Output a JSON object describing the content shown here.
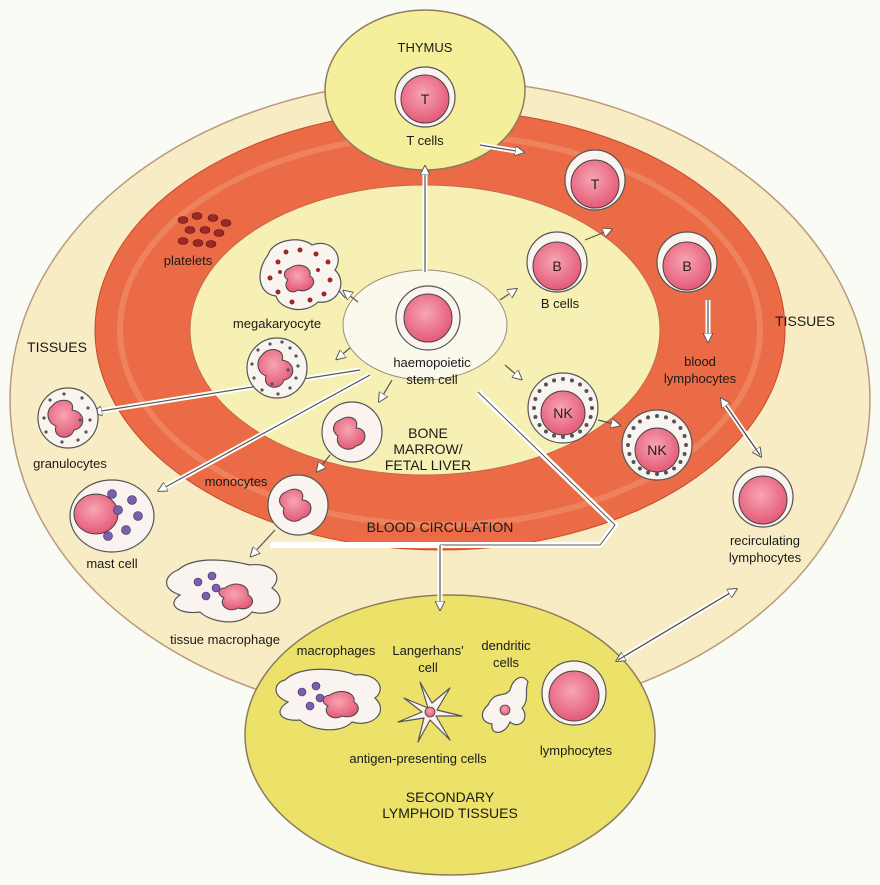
{
  "labels": {
    "thymus": "THYMUS",
    "t_cells": "T cells",
    "tissues_right": "TISSUES",
    "tissues_left": "TISSUES",
    "platelets": "platelets",
    "megakaryocyte": "megakaryocyte",
    "stem_cell_line1": "haemopoietic",
    "stem_cell_line2": "stem cell",
    "b_cells": "B cells",
    "blood_lymph_line1": "blood",
    "blood_lymph_line2": "lymphocytes",
    "bone_marrow_line1": "BONE",
    "bone_marrow_line2": "MARROW/",
    "bone_marrow_line3": "FETAL LIVER",
    "granulocytes": "granulocytes",
    "monocytes": "monocytes",
    "mast_cell": "mast cell",
    "blood_circulation": "BLOOD CIRCULATION",
    "recirc_line1": "recirculating",
    "recirc_line2": "lymphocytes",
    "tissue_macrophage": "tissue macrophage",
    "macrophages": "macrophages",
    "langerhans_line1": "Langerhans'",
    "langerhans_line2": "cell",
    "dendritic_line1": "dendritic",
    "dendritic_line2": "cells",
    "antigen_presenting": "antigen-presenting cells",
    "lymphocytes": "lymphocytes",
    "secondary_line1": "SECONDARY",
    "secondary_line2": "LYMPHOID TISSUES"
  },
  "cell_letters": {
    "thymus_t": "T",
    "blood_t": "T",
    "bm_b": "B",
    "blood_b": "B",
    "bm_nk": "NK",
    "blood_nk": "NK"
  },
  "colors": {
    "outer_tissue": "#f8ecc4",
    "blood_ring": "#ea6b45",
    "blood_ring_light": "#f29a74",
    "bone_marrow": "#f7f0b4",
    "stem_area": "#fbf8ec",
    "thymus": "#f5ef9c",
    "secondary": "#ece26a",
    "cell_pink": "#ef7f95",
    "cell_membrane": "#faf4f0",
    "granule": "#7a5fae",
    "arrow": "#ffffff",
    "dark_red": "#9b2a26"
  }
}
